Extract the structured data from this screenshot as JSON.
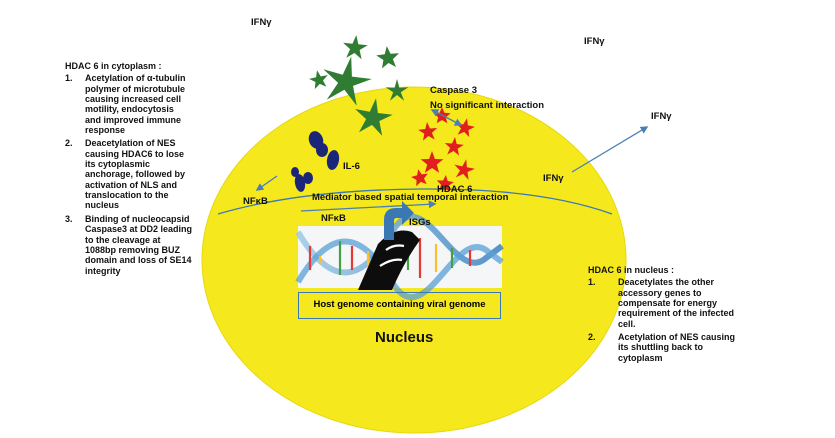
{
  "colors": {
    "cell": "#f5e81c",
    "cell_edge": "#e6d80f",
    "green_star": "#2e7d32",
    "red_star": "#e11f1f",
    "il6_blob": "#1c2678",
    "arrow": "#4a7fb5",
    "membrane": "#3a78b5"
  },
  "labels": {
    "ifn_1": "IFNγ",
    "ifn_2": "IFNγ",
    "ifn_3": "IFNγ",
    "ifn_4": "IFNγ",
    "caspase3": "Caspase 3",
    "no_interaction": "No significant interaction",
    "il6": "IL-6",
    "hdac6": "HDAC 6",
    "mediator": "Mediator based spatial temporal interaction",
    "nfkb_out": "NFκB",
    "nfkb_in": "NFκB",
    "isgs": "ISGs",
    "genome_box": "Host genome containing viral genome",
    "nucleus": "Nucleus"
  },
  "cytoplasm_panel": {
    "title": "HDAC 6 in cytoplasm :",
    "items": [
      {
        "num": "1.",
        "lines": [
          "Acetylation of α-tubulin",
          "polymer of microtubule",
          "causing increased cell",
          "motility, endocytosis",
          "and improved immune",
          "response"
        ]
      },
      {
        "num": "2.",
        "lines": [
          "Deacetylation of NES",
          "causing  HDAC6 to lose",
          "its cytoplasmic",
          "anchorage, followed by",
          "activation of NLS and",
          "translocation to the",
          "nucleus"
        ]
      },
      {
        "num": "3.",
        "lines": [
          "Binding of nucleocapsid",
          "Caspase3 at DD2 leading",
          "to the cleavage at",
          "1088bp removing BUZ",
          "domain and loss of SE14",
          "integrity"
        ]
      }
    ]
  },
  "nucleus_panel": {
    "title": "HDAC 6 in nucleus :",
    "items": [
      {
        "num": "1.",
        "lines": [
          "Deacetylates the other",
          "accessory genes to",
          "compensate for energy",
          "requirement of the infected",
          "cell."
        ]
      },
      {
        "num": "2.",
        "lines": [
          "Acetylation of NES causing",
          "its shuttling back to",
          "cytoplasm"
        ]
      }
    ]
  }
}
